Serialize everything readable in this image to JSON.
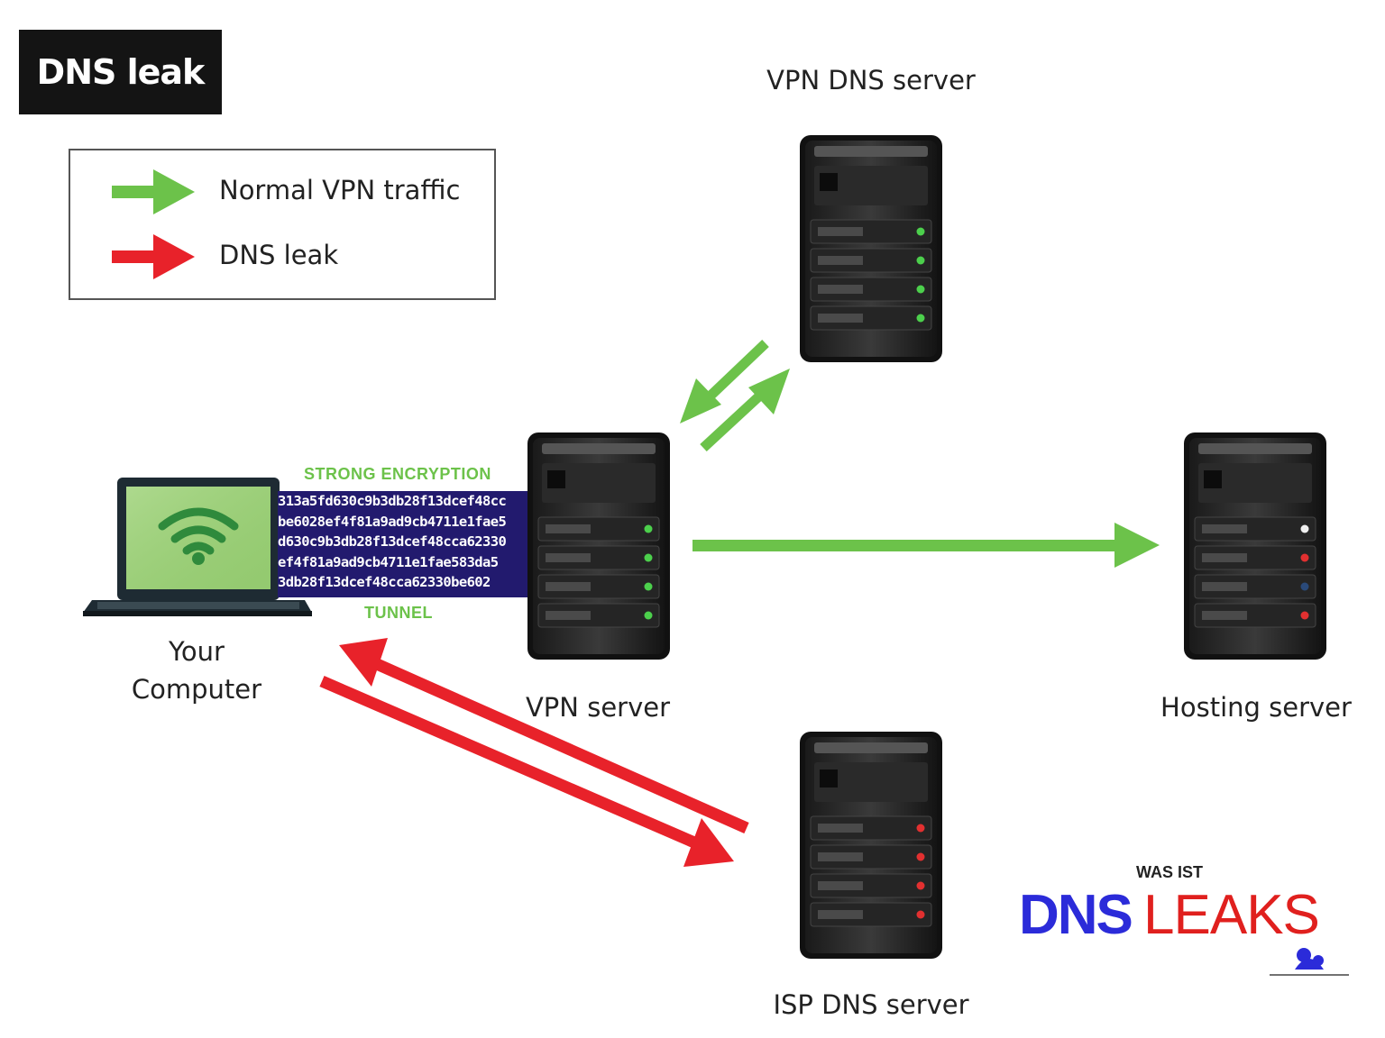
{
  "title": "DNS leak",
  "legend": {
    "normal": {
      "label": "Normal VPN traffic",
      "color": "#6cc24a"
    },
    "leak": {
      "label": "DNS leak",
      "color": "#e8222a"
    }
  },
  "nodes": {
    "computer": {
      "label_line1": "Your",
      "label_line2": "Computer",
      "icon": "wifi-laptop-icon"
    },
    "vpn_server": {
      "label": "VPN server"
    },
    "vpn_dns_server": {
      "label": "VPN DNS server"
    },
    "hosting_server": {
      "label": "Hosting server"
    },
    "isp_dns_server": {
      "label": "ISP DNS server"
    }
  },
  "tunnel": {
    "top_label": "STRONG ENCRYPTION",
    "bottom_label": "TUNNEL",
    "lines": [
      "313a5fd630c9b3db28f13dcef48cc",
      "be6028ef4f81a9ad9cb4711e1fae5",
      "d630c9b3db28f13dcef48cca62330",
      "ef4f81a9ad9cb4711e1fae583da5",
      "3db28f13dcef48cca62330be602"
    ]
  },
  "logo": {
    "top": "WAS IST",
    "dns": "DNS",
    "leaks": "LEAKS"
  }
}
